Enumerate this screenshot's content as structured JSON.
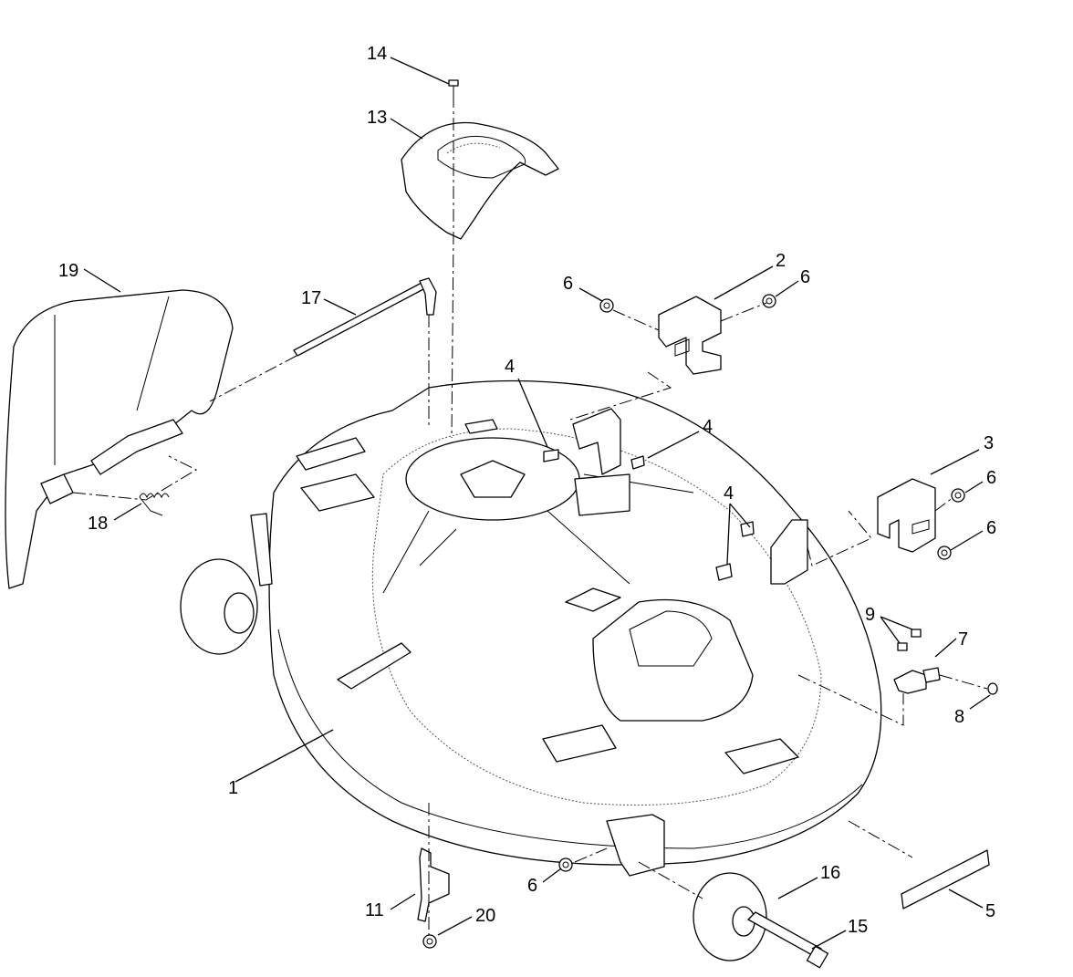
{
  "callouts": {
    "c1": "1",
    "c2": "2",
    "c3": "3",
    "c4a": "4",
    "c4b": "4",
    "c4c": "4",
    "c5": "5",
    "c6a": "6",
    "c6b": "6",
    "c6c": "6",
    "c6d": "6",
    "c6e": "6",
    "c7": "7",
    "c8": "8",
    "c9": "9",
    "c11": "11",
    "c13": "13",
    "c14": "14",
    "c15": "15",
    "c16": "16",
    "c17": "17",
    "c18": "18",
    "c19": "19",
    "c20": "20"
  }
}
